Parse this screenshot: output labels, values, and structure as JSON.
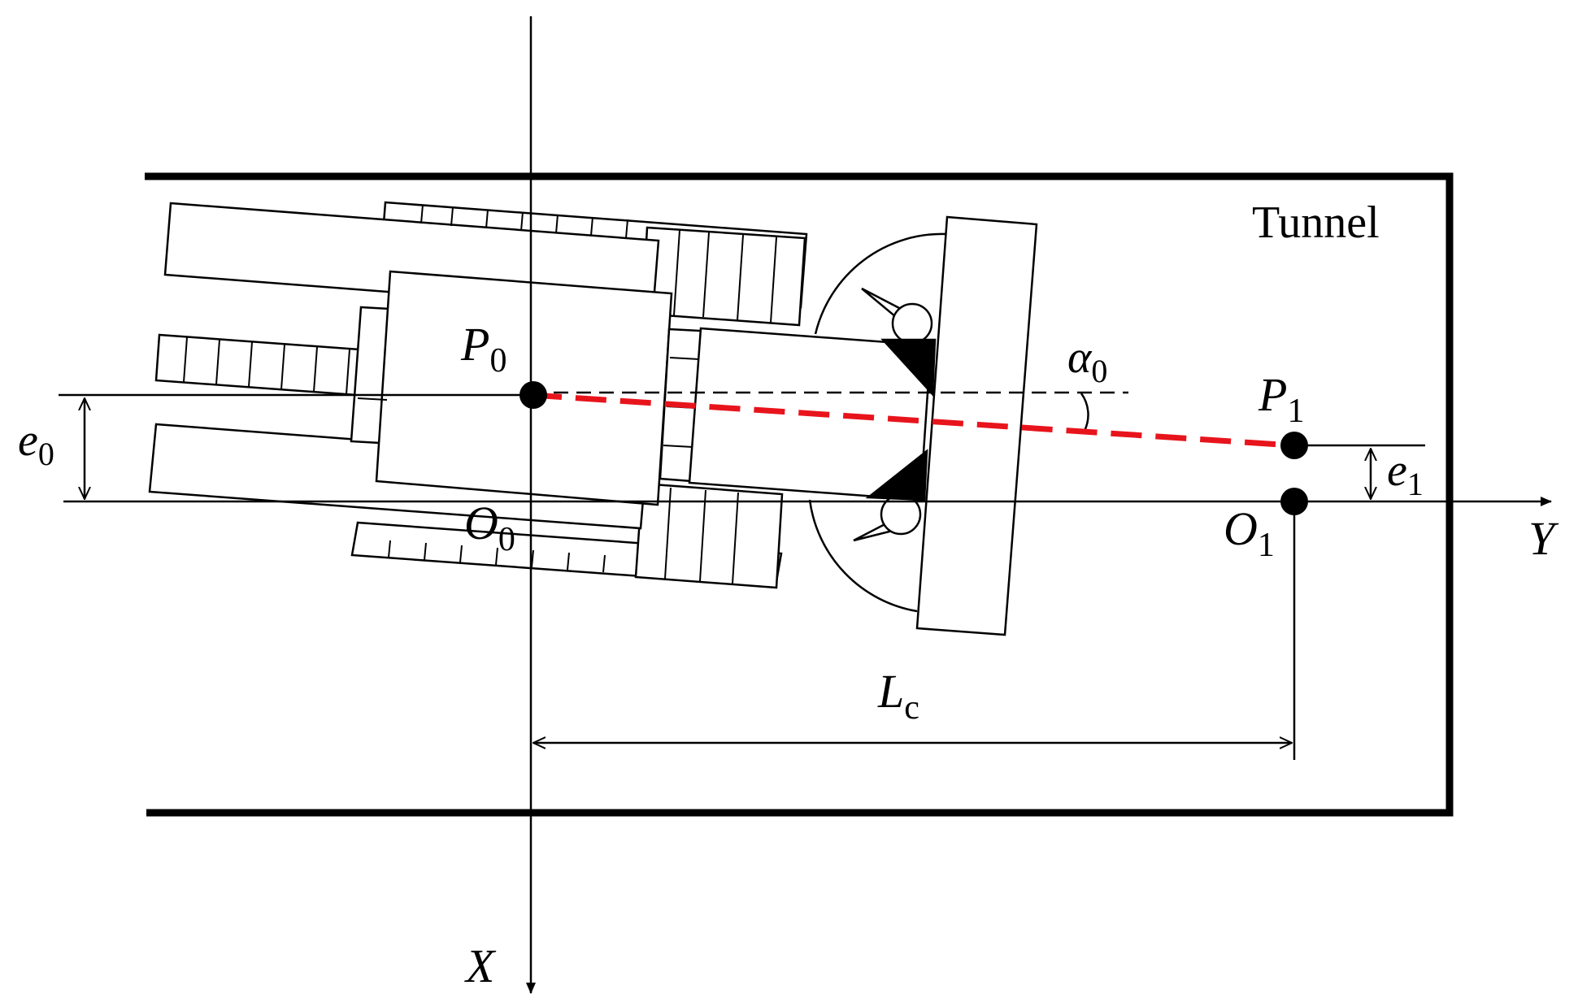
{
  "diagram": {
    "tunnel_label": "Tunnel",
    "points": {
      "p0": {
        "main": "P",
        "sub": "0"
      },
      "p1": {
        "main": "P",
        "sub": "1"
      },
      "o0": {
        "main": "O",
        "sub": "0"
      },
      "o1": {
        "main": "O",
        "sub": "1"
      }
    },
    "axes": {
      "x": "X",
      "y": "Y"
    },
    "angle": {
      "main": "α",
      "sub": "0"
    },
    "offsets": {
      "e0": {
        "main": "e",
        "sub": "0"
      },
      "e1": {
        "main": "e",
        "sub": "1"
      }
    },
    "length": {
      "main": "L",
      "sub": "c"
    },
    "colors": {
      "stroke": "#000000",
      "path": "#e8141c",
      "background": "#ffffff"
    }
  }
}
